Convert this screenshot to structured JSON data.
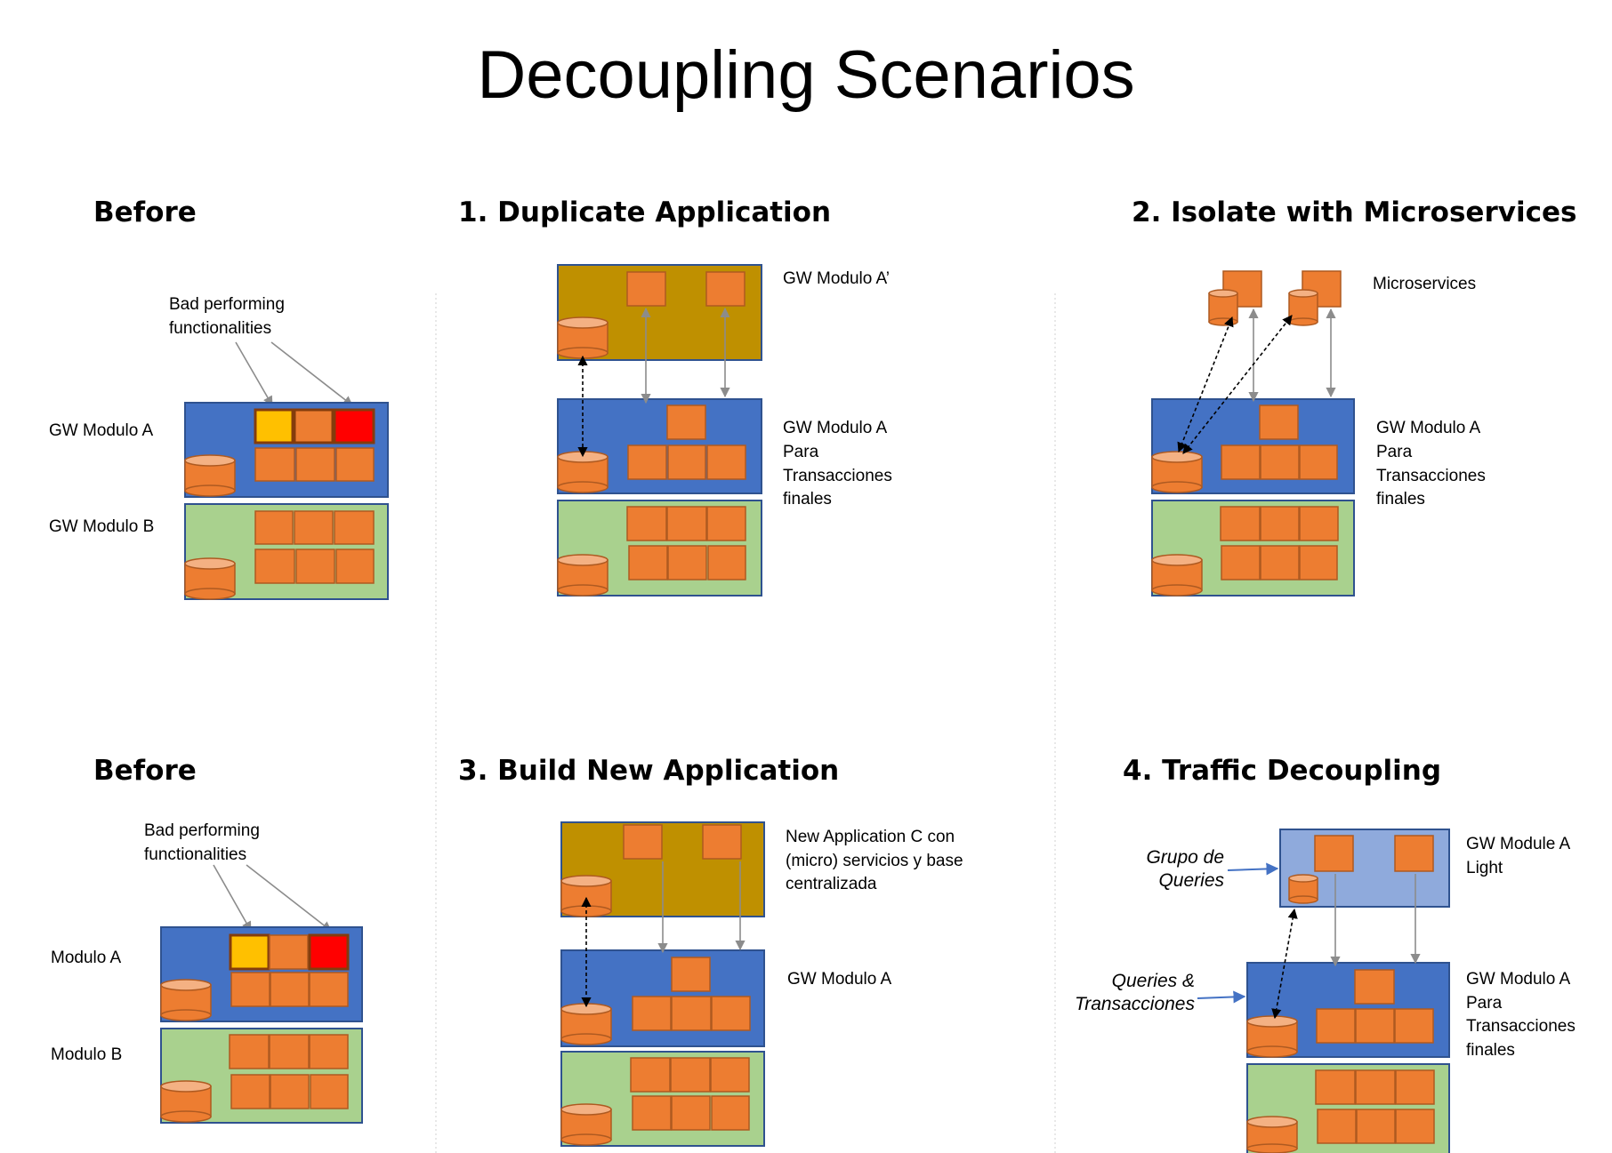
{
  "title": "Decoupling Scenarios",
  "sections": {
    "before_top": "Before",
    "duplicate": "1. Duplicate Application",
    "isolate": "2. Isolate with Microservices",
    "before_bottom": "Before",
    "build_new": "3. Build New Application",
    "traffic": "4. Traffic Decoupling"
  },
  "before_top": {
    "annotation": [
      "Bad performing",
      "functionalities"
    ],
    "module_a": "GW Modulo A",
    "module_b": "GW Modulo B"
  },
  "duplicate": {
    "label_a_prime": "GW Modulo A’",
    "label_a": [
      "GW Modulo A",
      "Para",
      "Transacciones",
      "finales"
    ]
  },
  "isolate": {
    "label_micro": "Microservices",
    "label_a": [
      "GW Modulo A",
      "Para",
      "Transacciones",
      "finales"
    ]
  },
  "before_bottom": {
    "annotation": [
      "Bad performing",
      "functionalities"
    ],
    "module_a": "Modulo A",
    "module_b": "Modulo B"
  },
  "build_new": {
    "label_c": [
      "New Application C con",
      "(micro) servicios y base",
      "centralizada"
    ],
    "label_a": "GW Modulo A"
  },
  "traffic": {
    "label_light": [
      "GW Module A",
      "Light"
    ],
    "label_a": [
      "GW Modulo A",
      "Para",
      "Transacciones",
      "finales"
    ],
    "queries_group": [
      "Grupo de",
      "Queries"
    ],
    "queries_trans": [
      "Queries &",
      "Transacciones"
    ]
  }
}
